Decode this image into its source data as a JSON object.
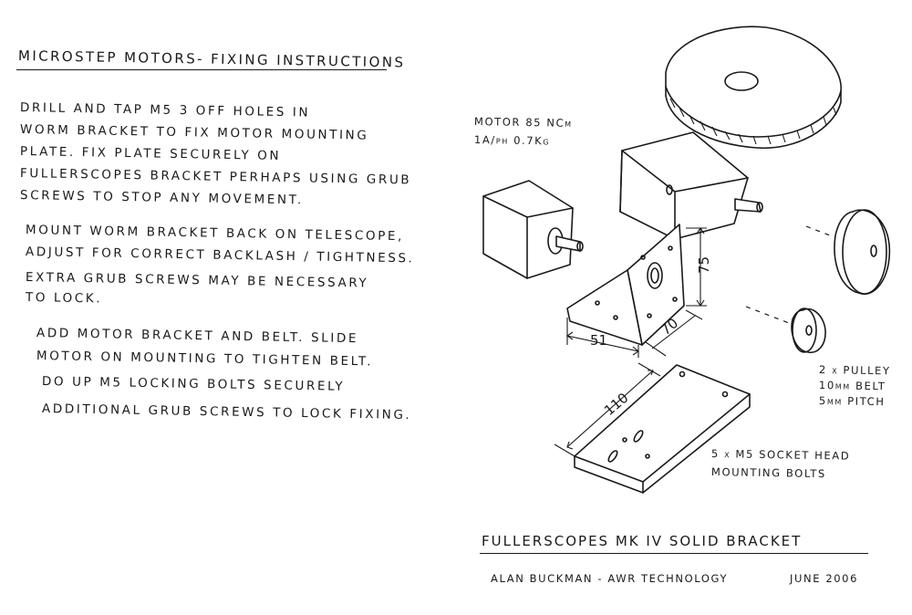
{
  "heading": "MICROSTEP MOTORS- FIXING INSTRUCTIONS",
  "para1": [
    "DRILL AND TAP M5  3 OFF HOLES IN",
    "WORM BRACKET  TO FIX MOTOR MOUNTING",
    "PLATE.  FIX PLATE  SECURELY ON",
    "FULLERSCOPES BRACKET  PERHAPS USING GRUB",
    "SCREWS  TO STOP ANY MOVEMENT."
  ],
  "para2": [
    "MOUNT  WORM  BRACKET BACK ON TELESCOPE,",
    "ADJUST FOR CORRECT BACKLASH / TIGHTNESS.",
    "EXTRA GRUB SCREWS  MAY BE NECESSARY",
    "TO LOCK."
  ],
  "para3": [
    "ADD  MOTOR BRACKET  AND BELT. SLIDE",
    "MOTOR  ON MOUNTING  TO TIGHTEN BELT.",
    "DO UP M5  LOCKING BOLTS SECURELY",
    "ADDITIONAL  GRUB SCREWS  TO LOCK FIXING."
  ],
  "motor_note": [
    "MOTOR  85 NCm",
    "1A/ph  0.7Kg"
  ],
  "pulley_note": [
    "2 x PULLEY",
    "10mm BELT",
    "5mm PITCH"
  ],
  "bolts_note": [
    "5 x M5  SOCKET HEAD",
    "MOUNTING  BOLTS"
  ],
  "dimensions": {
    "height": "75",
    "depth": "70",
    "width": "51",
    "base": "110"
  },
  "footer": {
    "title": "FULLERSCOPES   MK   IV   SOLID  BRACKET",
    "author": "ALAN BUCKMAN   - AWR TECHNOLOGY",
    "date": "JUNE 2006"
  }
}
